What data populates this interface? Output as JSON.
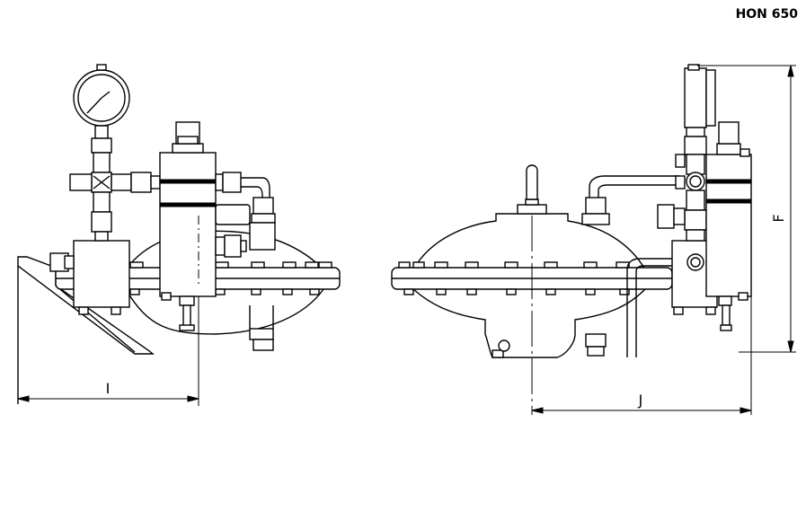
{
  "title": "HON 650",
  "dimensions": {
    "left_width": "I",
    "right_width": "J",
    "height": "F"
  },
  "colors": {
    "line": "#000000",
    "background": "#ffffff"
  }
}
